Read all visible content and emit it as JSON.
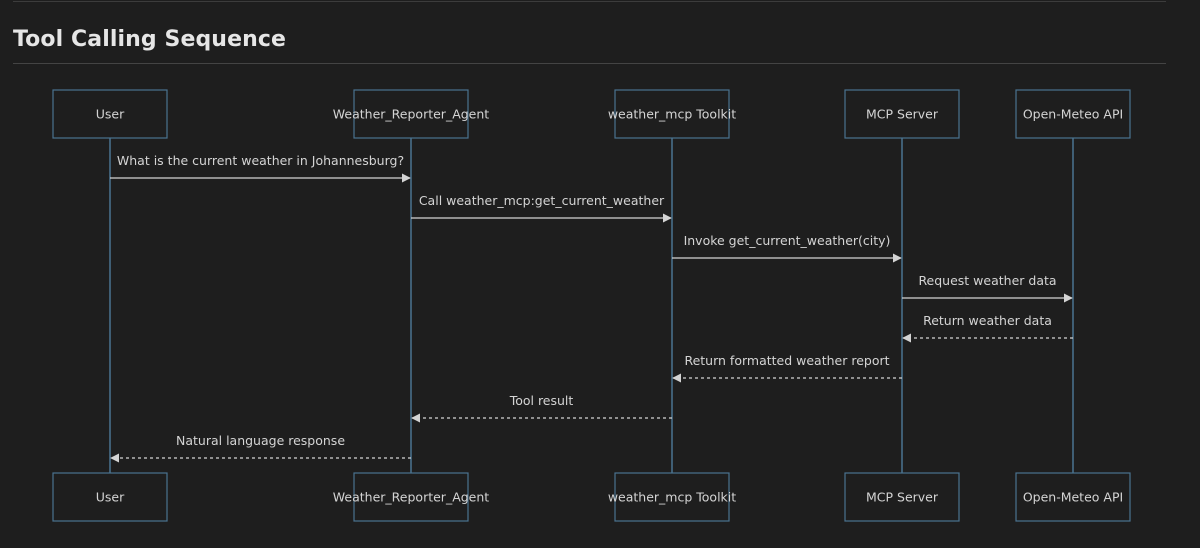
{
  "page": {
    "title": "Tool Calling Sequence"
  },
  "colors": {
    "background": "#1e1e1e",
    "participant_border": "#4a7390",
    "lifeline": "#4a7390",
    "message_line": "#d4d4d4",
    "text": "#d4d4d4"
  },
  "diagram": {
    "participants": [
      {
        "id": "user",
        "label": "User"
      },
      {
        "id": "agent",
        "label": "Weather_Reporter_Agent"
      },
      {
        "id": "toolkit",
        "label": "weather_mcp Toolkit"
      },
      {
        "id": "server",
        "label": "MCP Server"
      },
      {
        "id": "api",
        "label": "Open-Meteo API"
      }
    ],
    "messages": [
      {
        "from": "user",
        "to": "agent",
        "label": "What is the current weather in Johannesburg?",
        "style": "solid"
      },
      {
        "from": "agent",
        "to": "toolkit",
        "label": "Call weather_mcp:get_current_weather",
        "style": "solid"
      },
      {
        "from": "toolkit",
        "to": "server",
        "label": "Invoke get_current_weather(city)",
        "style": "solid"
      },
      {
        "from": "server",
        "to": "api",
        "label": "Request weather data",
        "style": "solid"
      },
      {
        "from": "api",
        "to": "server",
        "label": "Return weather data",
        "style": "dashed"
      },
      {
        "from": "server",
        "to": "toolkit",
        "label": "Return formatted weather report",
        "style": "dashed"
      },
      {
        "from": "toolkit",
        "to": "agent",
        "label": "Tool result",
        "style": "dashed"
      },
      {
        "from": "agent",
        "to": "user",
        "label": "Natural language response",
        "style": "dashed"
      }
    ]
  }
}
